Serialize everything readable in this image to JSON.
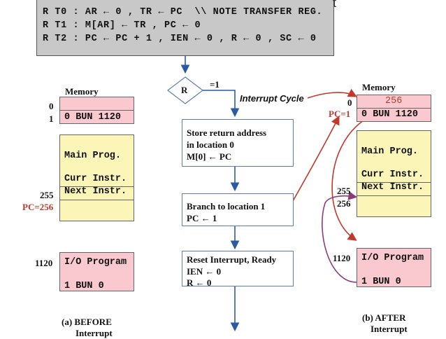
{
  "rtl": {
    "line1": "R T0 : AR ← 0 , TR ← PC  \\\\ NOTE TRANSFER REG.",
    "line2": "R T1 : M[AR] ← TR , PC ← 0",
    "line3": "R T2 : PC ← PC + 1 , IEN ← 0 , R ← 0 , SC ← 0"
  },
  "decision": {
    "label": "R",
    "branch_label": "=1",
    "cycle_label": "Interrupt Cycle"
  },
  "steps": {
    "store": {
      "line1": "Store return address",
      "line2": "in location 0",
      "line3": "M[0] ← PC"
    },
    "branch": {
      "line1": "Branch to location 1",
      "line2": "PC ← 1"
    },
    "reset": {
      "line1": "Reset Interrupt, Ready",
      "line2": "IEN ← 0",
      "line3": "R ← 0"
    }
  },
  "before": {
    "memory_title": "Memory",
    "addr0": "0",
    "addr1": "1",
    "cell1": "0 BUN 1120",
    "main_prog": "Main Prog.",
    "curr_instr": "Curr Instr.",
    "next_instr": "Next Instr.",
    "addr255": "255",
    "pc_label": "PC=256",
    "addr1120": "1120",
    "io_prog": "I/O Program",
    "bun0": "1 BUN 0",
    "caption1": "(a) BEFORE",
    "caption2": "Interrupt"
  },
  "after": {
    "memory_title": "Memory",
    "addr0": "0",
    "cell0": "256",
    "pc_label": "PC=1",
    "cell1": "0 BUN 1120",
    "main_prog": "Main Prog.",
    "curr_instr": "Curr Instr.",
    "next_instr": "Next Instr.",
    "addr255": "255",
    "addr256": "256",
    "addr1120": "1120",
    "io_prog": "I/O Program",
    "bun0": "1 BUN 0",
    "caption1": "(b) AFTER",
    "caption2": "Interrupt"
  },
  "colors": {
    "red": "#c0392b",
    "blue": "#2c5aa0",
    "purple": "#8e3b7a",
    "pink": "#f9c9cf",
    "yellow": "#fbf5b8",
    "gray": "#c8c8c8"
  }
}
